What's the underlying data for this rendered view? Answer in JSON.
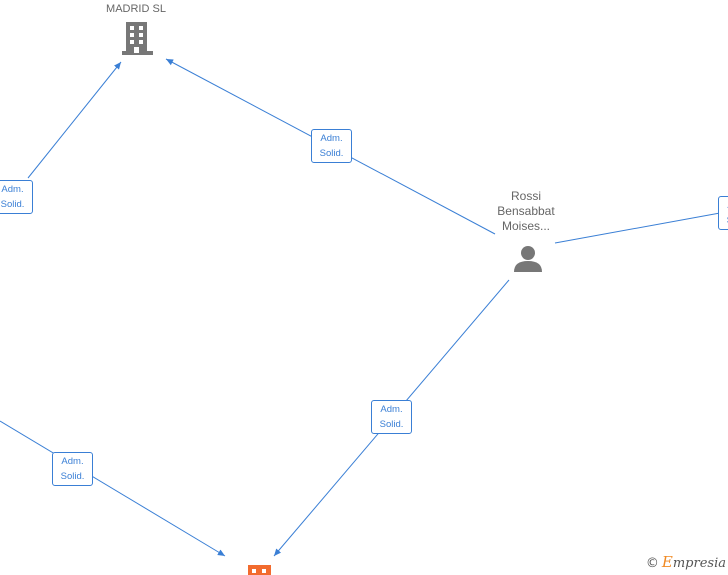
{
  "nodes": {
    "madrid": {
      "label": "MADRID  SL",
      "icon": "building-icon",
      "color": "#777777"
    },
    "person": {
      "line1": "Rossi",
      "line2": "Bensabbat",
      "line3": "Moises...",
      "icon": "person-icon",
      "color": "#777777"
    },
    "bottom_company": {
      "icon": "building-icon",
      "color": "#f26b2e"
    }
  },
  "edges": {
    "label_line1": "Adm.",
    "label_line2": "Solid.",
    "color": "#3a7fd5"
  },
  "brand": {
    "copyright": "©",
    "name_initial": "E",
    "name_rest": "mpresia",
    "accent": "#f08a24"
  }
}
